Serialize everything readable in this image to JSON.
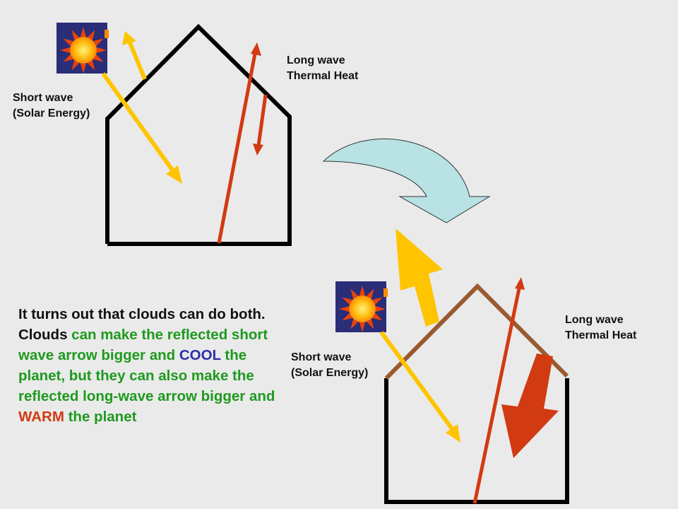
{
  "colors": {
    "background": "#eaeaea",
    "house1_outline": "#000000",
    "house2_roof": "#9a5a30",
    "house2_walls": "#000000",
    "short_wave_arrow": "#ffc400",
    "long_wave_arrow": "#d23a12",
    "transition_arrow_fill": "#b8e2e4",
    "text_green": "#1e9a1e",
    "text_blue": "#2b2fa8",
    "text_red": "#d23a12"
  },
  "icons": {
    "sun": "sun-icon",
    "transition": "curved-arrow-icon"
  },
  "panel_top": {
    "short_wave_label": [
      "Short wave",
      "(Solar Energy)"
    ],
    "long_wave_label": [
      "Long wave",
      "Thermal Heat"
    ]
  },
  "panel_bottom": {
    "short_wave_label": [
      "Short wave",
      "(Solar Energy)"
    ],
    "long_wave_label": [
      "Long wave",
      "Thermal Heat"
    ]
  },
  "explanation": {
    "part1": "It turns out that clouds can do both.  Clouds ",
    "part2": "can make the reflected short wave arrow bigger and ",
    "cool": "COOL",
    "part3": " the planet, but they can also make the reflected long-wave arrow bigger and ",
    "warm": "WARM",
    "part4": " the planet"
  }
}
